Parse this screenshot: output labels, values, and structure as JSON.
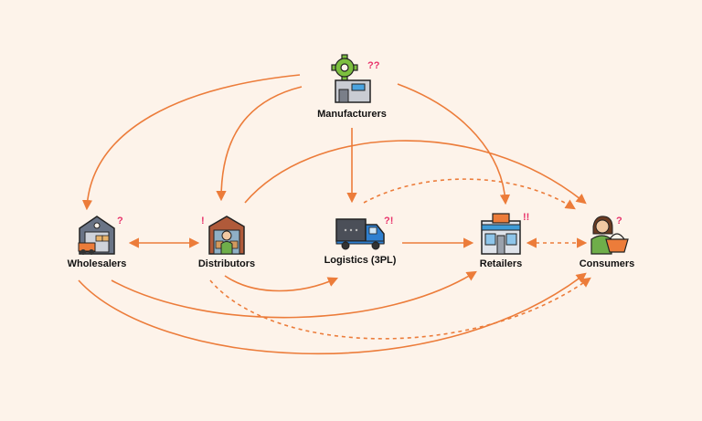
{
  "diagram": {
    "type": "supply-chain-flow",
    "colors": {
      "background": "#fdf3ea",
      "edge": "#ec7c3a",
      "mark": "#e8336b"
    },
    "nodes": [
      {
        "id": "manufacturers",
        "label": "Manufacturers",
        "icon": "factory-gear-icon",
        "mark": "??"
      },
      {
        "id": "wholesalers",
        "label": "Wholesalers",
        "icon": "warehouse-truck-icon",
        "mark": "?"
      },
      {
        "id": "distributors",
        "label": "Distributors",
        "icon": "warehouse-worker-icon",
        "mark": "!"
      },
      {
        "id": "logistics",
        "label": "Logistics (3PL)",
        "icon": "delivery-truck-icon",
        "mark": "?!"
      },
      {
        "id": "retailers",
        "label": "Retailers",
        "icon": "storefront-icon",
        "mark": "!!"
      },
      {
        "id": "consumers",
        "label": "Consumers",
        "icon": "shopper-basket-icon",
        "mark": "?"
      }
    ],
    "edges": [
      {
        "from": "manufacturers",
        "to": "wholesalers",
        "style": "solid"
      },
      {
        "from": "manufacturers",
        "to": "distributors",
        "style": "solid"
      },
      {
        "from": "manufacturers",
        "to": "logistics",
        "style": "solid"
      },
      {
        "from": "manufacturers",
        "to": "retailers",
        "style": "solid"
      },
      {
        "from": "logistics",
        "to": "consumers",
        "style": "dashed"
      },
      {
        "from": "distributors",
        "to": "consumers",
        "style": "solid"
      },
      {
        "from": "wholesalers",
        "to": "distributors",
        "style": "solid",
        "bidirectional": true
      },
      {
        "from": "logistics",
        "to": "retailers",
        "style": "solid"
      },
      {
        "from": "retailers",
        "to": "consumers",
        "style": "dashed",
        "bidirectional": true
      },
      {
        "from": "distributors",
        "to": "logistics",
        "style": "solid"
      },
      {
        "from": "wholesalers",
        "to": "retailers",
        "style": "solid"
      },
      {
        "from": "wholesalers",
        "to": "consumers",
        "style": "solid"
      },
      {
        "from": "distributors",
        "to": "consumers",
        "style": "dashed"
      }
    ]
  }
}
